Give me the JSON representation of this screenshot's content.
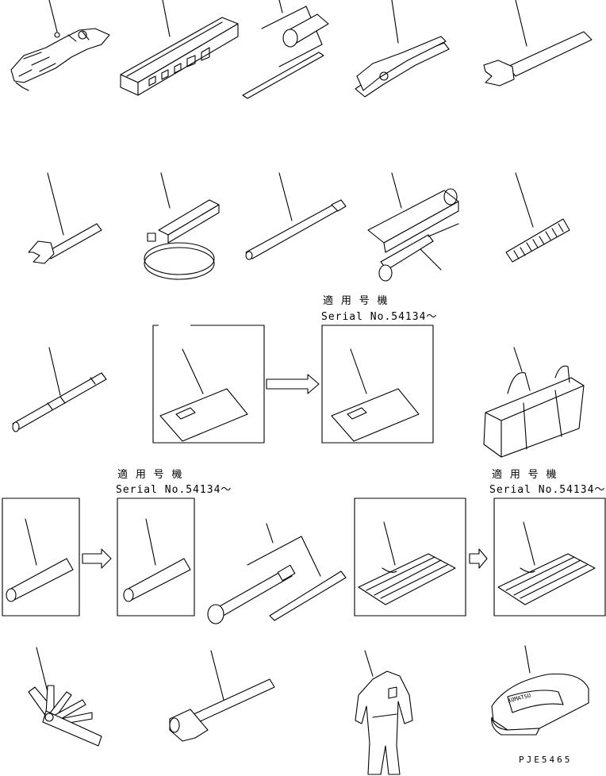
{
  "serial_notes": [
    {
      "applicable": "適 用 号 機",
      "serial": "Serial No.54134～"
    },
    {
      "applicable": "適 用 号 機",
      "serial": "Serial No.54134～"
    },
    {
      "applicable": "適 用 号 機",
      "serial": "Serial No.54134～"
    }
  ],
  "drawing_code": "PJE5465",
  "cap_logo": "KOMATSU"
}
